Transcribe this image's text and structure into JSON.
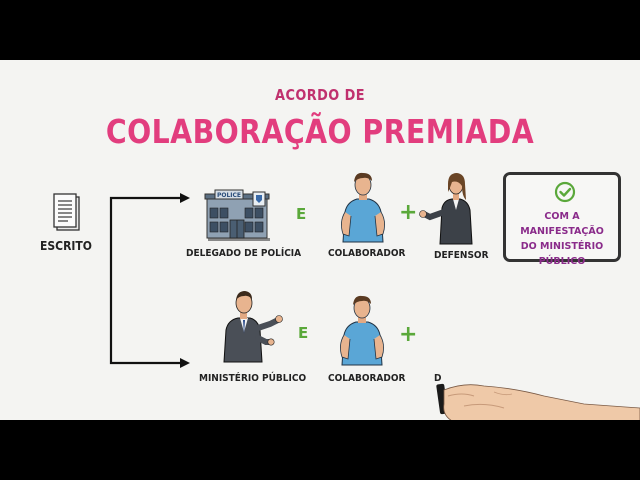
{
  "title": {
    "small": "ACORDO DE",
    "big": "COLABORAÇÃO PREMIADA"
  },
  "colors": {
    "title_small": "#c0316e",
    "title_big": "#e23d7e",
    "connector_green": "#5aa83a",
    "note_text": "#8a2b8a"
  },
  "source": {
    "label": "ESCRITO",
    "icon": "document-icon"
  },
  "row1": {
    "item1": {
      "label": "DELEGADO DE POLÍCIA",
      "icon": "police-station-icon",
      "sign": "POLICE"
    },
    "connector1": "E",
    "item2": {
      "label": "COLABORADOR",
      "icon": "collaborator-person-icon"
    },
    "connector2": "+",
    "item3": {
      "label": "DEFENSOR",
      "icon": "lawyer-woman-icon"
    }
  },
  "row2": {
    "item1": {
      "label": "MINISTÉRIO PÚBLICO",
      "icon": "prosecutor-man-icon"
    },
    "connector1": "E",
    "item2": {
      "label": "COLABORADOR",
      "icon": "collaborator-person-icon"
    },
    "connector2": "+",
    "partial_label": "D"
  },
  "note": {
    "icon": "check-circle-icon",
    "lines": [
      "COM A MANIFESTAÇÃO",
      "DO MINISTÉRIO",
      "PÚBLICO"
    ]
  },
  "drawing_hand": {
    "icon": "drawing-hand-icon"
  }
}
